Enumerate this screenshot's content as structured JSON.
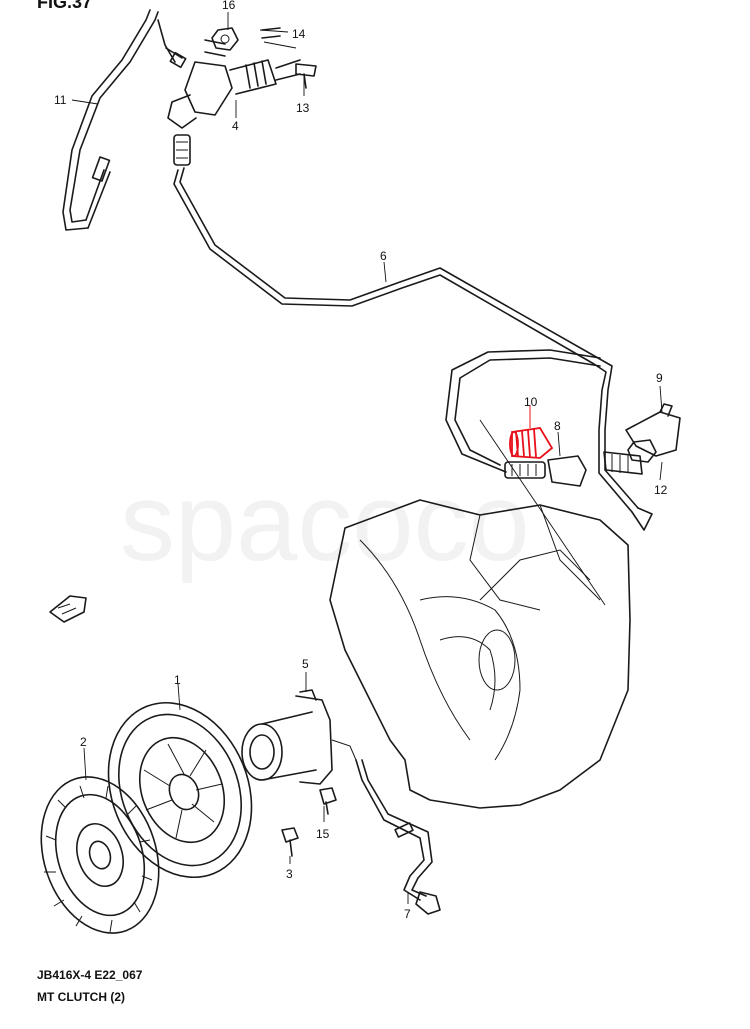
{
  "figure": {
    "header_text": "FIG.37",
    "footer_code": "JB416X-4 E22_067",
    "footer_title": "MT CLUTCH (2)",
    "watermark": "spacoco",
    "highlight_color": "#e8101a",
    "ink_color": "#1a1a1a"
  },
  "callouts": {
    "c1": "1",
    "c2": "2",
    "c3": "3",
    "c4": "4",
    "c5": "5",
    "c6": "6",
    "c7": "7",
    "c8": "8",
    "c9": "9",
    "c10": "10",
    "c11": "11",
    "c12": "12",
    "c13": "13",
    "c14": "14",
    "c15": "15",
    "c16": "16"
  }
}
